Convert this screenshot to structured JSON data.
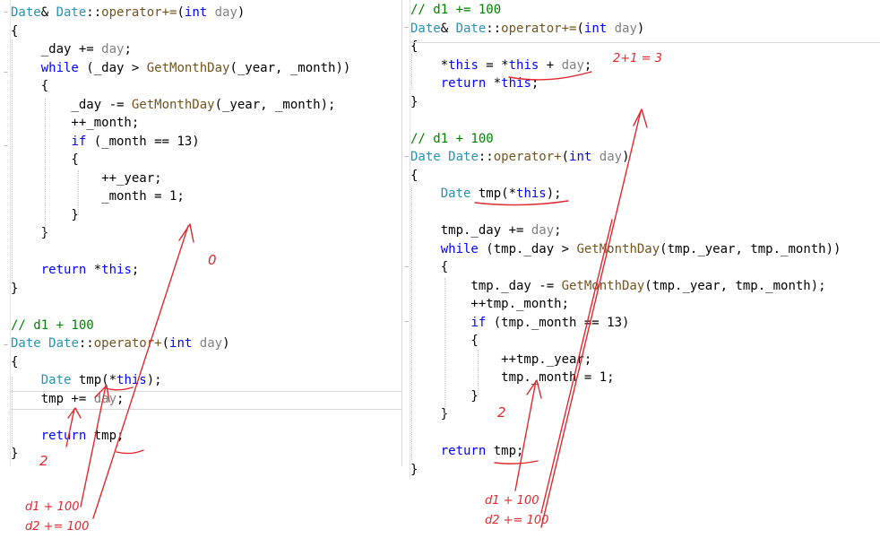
{
  "colors": {
    "keyword": "#0000ff",
    "type": "#2b91af",
    "function": "#74531f",
    "comment": "#008000",
    "param": "#808080",
    "member": "#000000",
    "ink": "#e0282e"
  },
  "left_panel": {
    "lines": [
      [
        {
          "t": "Date",
          "c": "type"
        },
        {
          "t": "& ",
          "c": "plain"
        },
        {
          "t": "Date",
          "c": "type"
        },
        {
          "t": "::",
          "c": "plain"
        },
        {
          "t": "operator+=",
          "c": "function"
        },
        {
          "t": "(",
          "c": "plain"
        },
        {
          "t": "int",
          "c": "keyword"
        },
        {
          "t": " ",
          "c": "plain"
        },
        {
          "t": "day",
          "c": "param"
        },
        {
          "t": ")",
          "c": "plain"
        }
      ],
      [
        {
          "t": "{",
          "c": "plain"
        }
      ],
      [
        {
          "t": "    _day += ",
          "c": "plain"
        },
        {
          "t": "day",
          "c": "param"
        },
        {
          "t": ";",
          "c": "plain"
        }
      ],
      [
        {
          "t": "    ",
          "c": "plain"
        },
        {
          "t": "while",
          "c": "keyword"
        },
        {
          "t": " (_day > ",
          "c": "plain"
        },
        {
          "t": "GetMonthDay",
          "c": "function"
        },
        {
          "t": "(_year, _month))",
          "c": "plain"
        }
      ],
      [
        {
          "t": "    {",
          "c": "plain"
        }
      ],
      [
        {
          "t": "        _day -= ",
          "c": "plain"
        },
        {
          "t": "GetMonthDay",
          "c": "function"
        },
        {
          "t": "(_year, _month);",
          "c": "plain"
        }
      ],
      [
        {
          "t": "        ++_month;",
          "c": "plain"
        }
      ],
      [
        {
          "t": "        ",
          "c": "plain"
        },
        {
          "t": "if",
          "c": "keyword"
        },
        {
          "t": " (_month == 13)",
          "c": "plain"
        }
      ],
      [
        {
          "t": "        {",
          "c": "plain"
        }
      ],
      [
        {
          "t": "            ++_year;",
          "c": "plain"
        }
      ],
      [
        {
          "t": "            _month = 1;",
          "c": "plain"
        }
      ],
      [
        {
          "t": "        }",
          "c": "plain"
        }
      ],
      [
        {
          "t": "    }",
          "c": "plain"
        }
      ],
      [
        {
          "t": "",
          "c": "plain"
        }
      ],
      [
        {
          "t": "    ",
          "c": "plain"
        },
        {
          "t": "return",
          "c": "keyword"
        },
        {
          "t": " *",
          "c": "plain"
        },
        {
          "t": "this",
          "c": "keyword"
        },
        {
          "t": ";",
          "c": "plain"
        }
      ],
      [
        {
          "t": "}",
          "c": "plain"
        }
      ],
      [
        {
          "t": "",
          "c": "plain"
        }
      ],
      [
        {
          "t": "// d1 + 100",
          "c": "comment"
        }
      ],
      [
        {
          "t": "Date",
          "c": "type"
        },
        {
          "t": " ",
          "c": "plain"
        },
        {
          "t": "Date",
          "c": "type"
        },
        {
          "t": "::",
          "c": "plain"
        },
        {
          "t": "operator+",
          "c": "function"
        },
        {
          "t": "(",
          "c": "plain"
        },
        {
          "t": "int",
          "c": "keyword"
        },
        {
          "t": " ",
          "c": "plain"
        },
        {
          "t": "day",
          "c": "param"
        },
        {
          "t": ")",
          "c": "plain"
        }
      ],
      [
        {
          "t": "{",
          "c": "plain"
        }
      ],
      [
        {
          "t": "    ",
          "c": "plain"
        },
        {
          "t": "Date",
          "c": "type"
        },
        {
          "t": " tmp(*",
          "c": "plain"
        },
        {
          "t": "this",
          "c": "keyword"
        },
        {
          "t": ");",
          "c": "plain"
        }
      ],
      [
        {
          "t": "    tmp += ",
          "c": "plain"
        },
        {
          "t": "day",
          "c": "param"
        },
        {
          "t": ";",
          "c": "plain"
        }
      ],
      [
        {
          "t": "",
          "c": "plain"
        }
      ],
      [
        {
          "t": "    ",
          "c": "plain"
        },
        {
          "t": "return",
          "c": "keyword"
        },
        {
          "t": " tmp;",
          "c": "plain"
        }
      ],
      [
        {
          "t": "}",
          "c": "plain"
        }
      ]
    ]
  },
  "right_panel": {
    "lines": [
      [
        {
          "t": "// d1 += 100",
          "c": "comment"
        }
      ],
      [
        {
          "t": "Date",
          "c": "type"
        },
        {
          "t": "& ",
          "c": "plain"
        },
        {
          "t": "Date",
          "c": "type"
        },
        {
          "t": "::",
          "c": "plain"
        },
        {
          "t": "operator+=",
          "c": "function"
        },
        {
          "t": "(",
          "c": "plain"
        },
        {
          "t": "int",
          "c": "keyword"
        },
        {
          "t": " ",
          "c": "plain"
        },
        {
          "t": "day",
          "c": "param"
        },
        {
          "t": ")",
          "c": "plain"
        }
      ],
      [
        {
          "t": "{",
          "c": "plain"
        }
      ],
      [
        {
          "t": "    *",
          "c": "plain"
        },
        {
          "t": "this",
          "c": "keyword"
        },
        {
          "t": " = *",
          "c": "plain"
        },
        {
          "t": "this",
          "c": "keyword"
        },
        {
          "t": " + ",
          "c": "plain"
        },
        {
          "t": "day",
          "c": "param"
        },
        {
          "t": ";",
          "c": "plain"
        }
      ],
      [
        {
          "t": "    ",
          "c": "plain"
        },
        {
          "t": "return",
          "c": "keyword"
        },
        {
          "t": " *",
          "c": "plain"
        },
        {
          "t": "this",
          "c": "keyword"
        },
        {
          "t": ";",
          "c": "plain"
        }
      ],
      [
        {
          "t": "}",
          "c": "plain"
        }
      ],
      [
        {
          "t": "",
          "c": "plain"
        }
      ],
      [
        {
          "t": "// d1 + 100",
          "c": "comment"
        }
      ],
      [
        {
          "t": "Date",
          "c": "type"
        },
        {
          "t": " ",
          "c": "plain"
        },
        {
          "t": "Date",
          "c": "type"
        },
        {
          "t": "::",
          "c": "plain"
        },
        {
          "t": "operator+",
          "c": "function"
        },
        {
          "t": "(",
          "c": "plain"
        },
        {
          "t": "int",
          "c": "keyword"
        },
        {
          "t": " ",
          "c": "plain"
        },
        {
          "t": "day",
          "c": "param"
        },
        {
          "t": ")",
          "c": "plain"
        }
      ],
      [
        {
          "t": "{",
          "c": "plain"
        }
      ],
      [
        {
          "t": "    ",
          "c": "plain"
        },
        {
          "t": "Date",
          "c": "type"
        },
        {
          "t": " tmp(*",
          "c": "plain"
        },
        {
          "t": "this",
          "c": "keyword"
        },
        {
          "t": ");",
          "c": "plain"
        }
      ],
      [
        {
          "t": "",
          "c": "plain"
        }
      ],
      [
        {
          "t": "    tmp._day += ",
          "c": "plain"
        },
        {
          "t": "day",
          "c": "param"
        },
        {
          "t": ";",
          "c": "plain"
        }
      ],
      [
        {
          "t": "    ",
          "c": "plain"
        },
        {
          "t": "while",
          "c": "keyword"
        },
        {
          "t": " (tmp._day > ",
          "c": "plain"
        },
        {
          "t": "GetMonthDay",
          "c": "function"
        },
        {
          "t": "(tmp._year, tmp._month))",
          "c": "plain"
        }
      ],
      [
        {
          "t": "    {",
          "c": "plain"
        }
      ],
      [
        {
          "t": "        tmp._day -= ",
          "c": "plain"
        },
        {
          "t": "GetMonthDay",
          "c": "function"
        },
        {
          "t": "(tmp._year, tmp._month);",
          "c": "plain"
        }
      ],
      [
        {
          "t": "        ++tmp._month;",
          "c": "plain"
        }
      ],
      [
        {
          "t": "        ",
          "c": "plain"
        },
        {
          "t": "if",
          "c": "keyword"
        },
        {
          "t": " (tmp._month == 13)",
          "c": "plain"
        }
      ],
      [
        {
          "t": "        {",
          "c": "plain"
        }
      ],
      [
        {
          "t": "            ++tmp._year;",
          "c": "plain"
        }
      ],
      [
        {
          "t": "            tmp._month = 1;",
          "c": "plain"
        }
      ],
      [
        {
          "t": "        }",
          "c": "plain"
        }
      ],
      [
        {
          "t": "    }",
          "c": "plain"
        }
      ],
      [
        {
          "t": "",
          "c": "plain"
        }
      ],
      [
        {
          "t": "    ",
          "c": "plain"
        },
        {
          "t": "return",
          "c": "keyword"
        },
        {
          "t": " tmp;",
          "c": "plain"
        }
      ],
      [
        {
          "t": "}",
          "c": "plain"
        }
      ]
    ]
  },
  "annotations": {
    "left_zero": "0",
    "left_two": "2",
    "left_d1_plus": "d1 + 100",
    "left_d2_plus_eq": "d2 += 100",
    "right_two_plus_one": "2+1 = 3",
    "right_two": "2",
    "right_d1_plus": "d1 + 100",
    "right_d2_plus_eq": "d2 += 100"
  }
}
